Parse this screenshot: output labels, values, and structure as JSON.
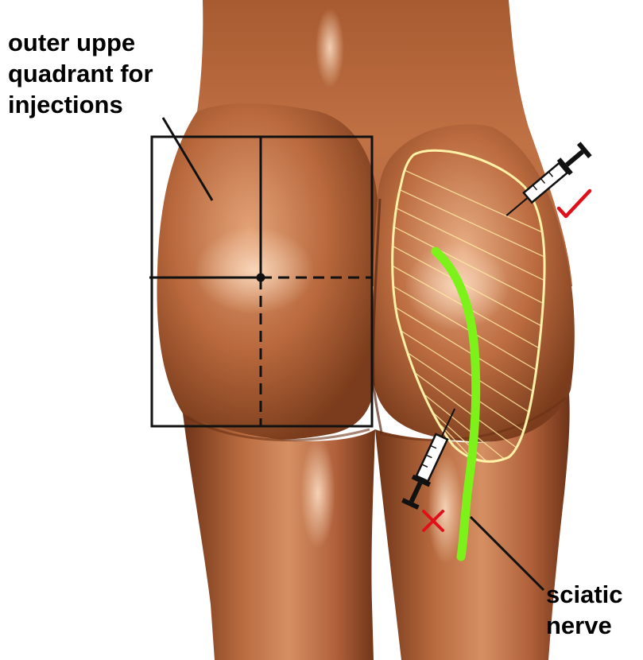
{
  "labels": {
    "outer_upper_quadrant": [
      "outer uppe",
      "quadrant for",
      "injections"
    ],
    "sciatic_nerve": [
      "sciatic",
      "nerve"
    ]
  },
  "marks": {
    "correct_site": "✓",
    "incorrect_site": "✕"
  },
  "colors": {
    "background": "#ffffff",
    "skin": "#b86a3e",
    "skin_highlight": "#e9b28a",
    "skin_shadow": "#6e3418",
    "grid_lines": "#111111",
    "muscle_outline": "#fff1a8",
    "sciatic_nerve": "#7cf21a",
    "check_mark": "#e0101a",
    "x_mark": "#e0101a",
    "text": "#000000"
  },
  "icons": [
    "syringe-icon",
    "syringe-icon",
    "check-mark-icon",
    "x-mark-icon"
  ]
}
